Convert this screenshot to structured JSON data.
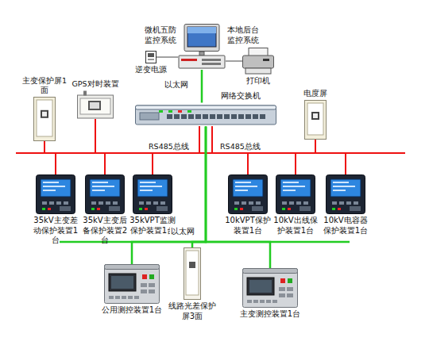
{
  "diagram": {
    "nodes": [
      {
        "text": [
          "微机五防监控系统",
          "本地后台监控系统"
        ]
      },
      {
        "text": [
          "逆变电源"
        ]
      },
      {
        "text": [
          "打印机"
        ]
      },
      {
        "text": [
          "网络交换机"
        ]
      },
      {
        "text": [
          "主变保护屏1面"
        ]
      },
      {
        "text": [
          "GPS对时装置"
        ]
      },
      {
        "text": [
          "电度屏"
        ]
      },
      {
        "text": [
          "35kV主变差动保护装置1台"
        ]
      },
      {
        "text": [
          "35kV主变后备保护装置2台"
        ]
      },
      {
        "text": [
          "35kVPT监测保护装置1台"
        ]
      },
      {
        "text": [
          "10kVPT保护装置1台"
        ]
      },
      {
        "text": [
          "10kV出线保护装置1台"
        ]
      },
      {
        "text": [
          "10kV电容器保护装置1台"
        ]
      },
      {
        "text": [
          "公用测控装置1台"
        ]
      },
      {
        "text": [
          "线路光差保护屏3面"
        ]
      },
      {
        "text": [
          "主变测控装置1台"
        ]
      }
    ],
    "edges": [
      {
        "from": 0,
        "to": 3,
        "arrow": "none",
        "label": "以太网"
      },
      {
        "from": 1,
        "to": 0,
        "arrow": "none"
      },
      {
        "from": 0,
        "to": 2,
        "arrow": "none"
      },
      {
        "from": 3,
        "to": 4,
        "arrow": "none"
      },
      {
        "from": 3,
        "to": 5,
        "arrow": "none"
      },
      {
        "from": 3,
        "to": 7,
        "arrow": "none"
      },
      {
        "from": 3,
        "to": 8,
        "arrow": "none"
      },
      {
        "from": 3,
        "to": 9,
        "arrow": "none"
      },
      {
        "from": 3,
        "to": 6,
        "arrow": "none"
      },
      {
        "from": 3,
        "to": 10,
        "arrow": "none"
      },
      {
        "from": 3,
        "to": 11,
        "arrow": "none"
      },
      {
        "from": 3,
        "to": 12,
        "arrow": "none"
      },
      {
        "from": 3,
        "to": 13,
        "arrow": "none"
      },
      {
        "from": 3,
        "to": 14,
        "arrow": "none",
        "label": "以太网"
      },
      {
        "from": 3,
        "to": 15,
        "arrow": "none"
      }
    ],
    "labels": [
      "RS485总线",
      "RS485总线"
    ]
  }
}
